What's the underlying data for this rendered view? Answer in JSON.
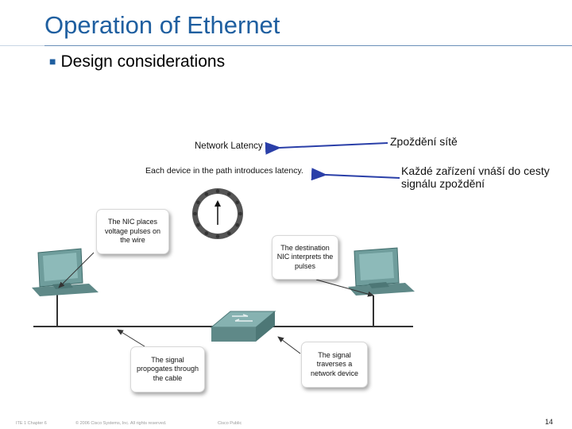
{
  "slide": {
    "title": "Operation of Ethernet",
    "bullet": "Design considerations"
  },
  "diagram": {
    "network_latency_label": "Network Latency",
    "each_device_label": "Each device in the path introduces latency.",
    "bubbles": [
      "The NIC places voltage pulses on the wire",
      "The destination NIC interprets the pulses",
      "The signal propogates through the cable",
      "The signal traverses a network device"
    ]
  },
  "annotations": {
    "latency_cz": "Zpoždění sítě",
    "each_device_cz": "Každé zařízení vnáší do cesty signálu zpoždění"
  },
  "footer": {
    "left": "ITE 1 Chapter 6",
    "copyright": "© 2006 Cisco Systems, Inc. All rights reserved.",
    "classification": "Cisco Public",
    "page_number": "14"
  },
  "colors": {
    "title": "#1f5fa0",
    "arrow": "#2a3fa8",
    "device": "#6f9d9c"
  }
}
